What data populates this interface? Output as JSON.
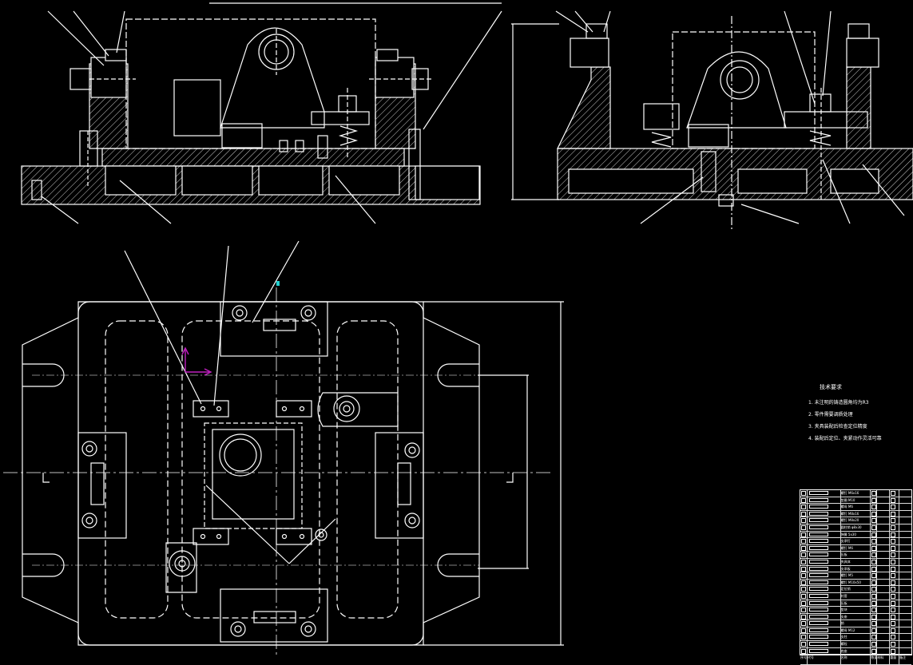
{
  "drawing": {
    "line_color": "#ffffff",
    "background": "#000000",
    "accent_magenta": "#c020c0",
    "accent_cyan": "#20d0d0"
  },
  "tech_notes": {
    "title": "技术要求",
    "items": [
      "1. 未注明的铸造圆角均为R3",
      "2. 零件需要调质处理",
      "3. 夹具装配后检查定位精度",
      "4. 装配后定位、夹紧动作灵活可靠"
    ]
  },
  "bom": {
    "rows": [
      {
        "name": "螺钉 M6x16"
      },
      {
        "name": "垫圈 M10"
      },
      {
        "name": "螺母 M6"
      },
      {
        "name": "螺钉 M8x16"
      },
      {
        "name": "螺钉 M8x20"
      },
      {
        "name": "圆柱销 φ8x30"
      },
      {
        "name": "弹簧 5x30"
      },
      {
        "name": "支承钉"
      },
      {
        "name": "螺钉 M6"
      },
      {
        "name": "压板"
      },
      {
        "name": "夹具体"
      },
      {
        "name": "支承板"
      },
      {
        "name": "螺钉 M5"
      },
      {
        "name": "螺钉 M10x50"
      },
      {
        "name": "定位销"
      },
      {
        "name": "衬套"
      },
      {
        "name": "压板"
      },
      {
        "name": "垫块"
      },
      {
        "name": "支座"
      },
      {
        "name": "销"
      },
      {
        "name": "螺母 M12"
      },
      {
        "name": "支柱"
      },
      {
        "name": "螺栓"
      },
      {
        "name": "底座"
      }
    ],
    "footer": [
      "序号",
      "代号",
      "名称",
      "数量",
      "材料",
      "重量",
      "备注"
    ]
  }
}
